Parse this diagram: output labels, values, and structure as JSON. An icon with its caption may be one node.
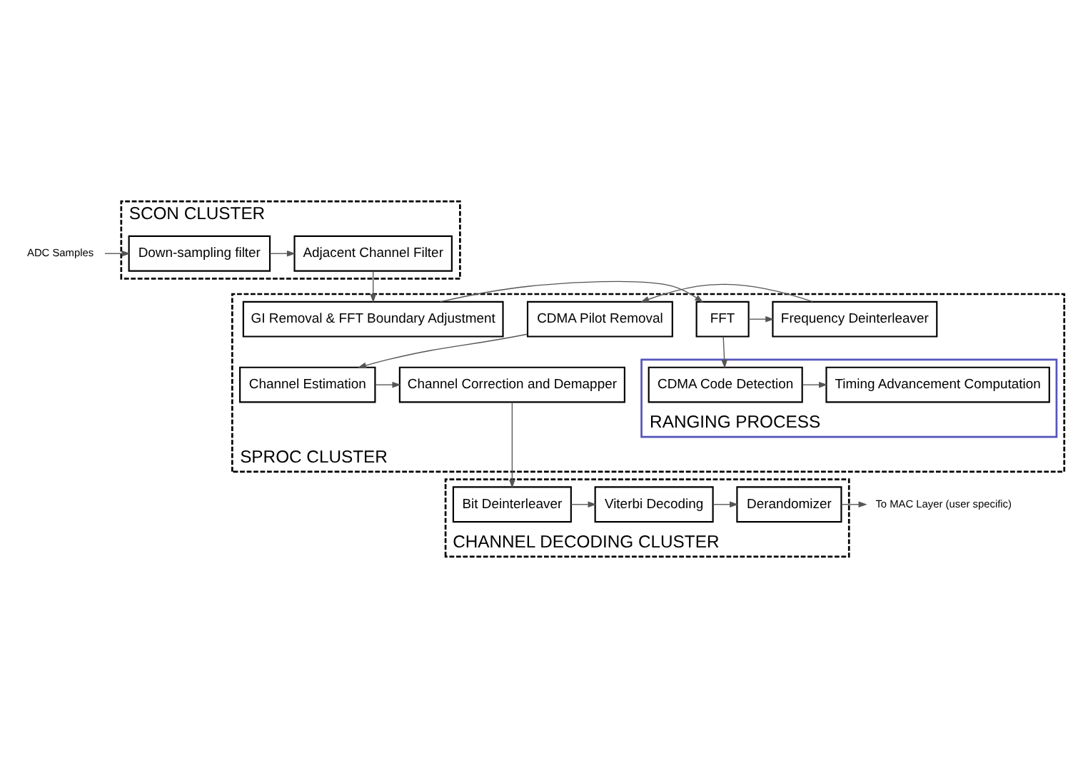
{
  "diagram": {
    "nodes": [
      {
        "text": [
          "SCON CLUSTER"
        ]
      },
      {
        "text": [
          "Down-sampling filter"
        ],
        "in": 0
      },
      {
        "text": [
          "Adjacent Channel Filter"
        ],
        "in": 0
      },
      {
        "text": [
          "SPROC CLUSTER"
        ]
      },
      {
        "text": [
          "RANGING PROCESS"
        ],
        "in": 3
      },
      {
        "text": [
          "CDMA Code Detection"
        ],
        "in": 4
      },
      {
        "text": [
          "Timing Advancement Computation"
        ],
        "in": 4
      },
      {
        "text": [
          "GI Removal & FFT Boundary Adjustment"
        ],
        "in": 3
      },
      {
        "text": [
          "FFT"
        ],
        "in": 3
      },
      {
        "text": [
          "Frequency Deinterleaver"
        ],
        "in": 3
      },
      {
        "text": [
          "CDMA Pilot Removal"
        ],
        "in": 3
      },
      {
        "text": [
          "Channel Estimation"
        ],
        "in": 3
      },
      {
        "text": [
          "Channel Correction and Demapper"
        ],
        "in": 3
      },
      {
        "text": [
          "CHANNEL DECODING CLUSTER"
        ]
      },
      {
        "text": [
          "Bit Deinterleaver"
        ],
        "in": 13
      },
      {
        "text": [
          "Viterbi Decoding"
        ],
        "in": 13
      },
      {
        "text": [
          "Derandomizer"
        ],
        "in": 13
      },
      {
        "text": [
          "ADC Samples"
        ]
      },
      {
        "text": [
          "To MAC Layer (user specific)"
        ]
      }
    ],
    "edges": [
      {
        "from": 17,
        "to": 1,
        "arrow": "to"
      },
      {
        "from": 1,
        "to": 2,
        "arrow": "to"
      },
      {
        "from": 2,
        "to": 7,
        "arrow": "to"
      },
      {
        "from": 7,
        "to": 8,
        "arrow": "to"
      },
      {
        "from": 8,
        "to": 5,
        "arrow": "to"
      },
      {
        "from": 5,
        "to": 6,
        "arrow": "to"
      },
      {
        "from": 8,
        "to": 9,
        "arrow": "to"
      },
      {
        "from": 9,
        "to": 10,
        "arrow": "to"
      },
      {
        "from": 10,
        "to": 11,
        "arrow": "to"
      },
      {
        "from": 11,
        "to": 12,
        "arrow": "to"
      },
      {
        "from": 12,
        "to": 14,
        "arrow": "to"
      },
      {
        "from": 14,
        "to": 15,
        "arrow": "to"
      },
      {
        "from": 15,
        "to": 16,
        "arrow": "to"
      },
      {
        "from": 16,
        "to": 18,
        "arrow": "to"
      }
    ]
  }
}
